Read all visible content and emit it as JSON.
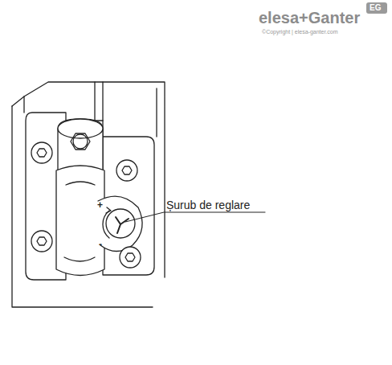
{
  "diagram": {
    "labels": [
      "elesa+Ganter",
      "EG",
      "©Copyright | elesa-ganter.com",
      "Șurub de reglare",
      "+",
      "-"
    ]
  }
}
